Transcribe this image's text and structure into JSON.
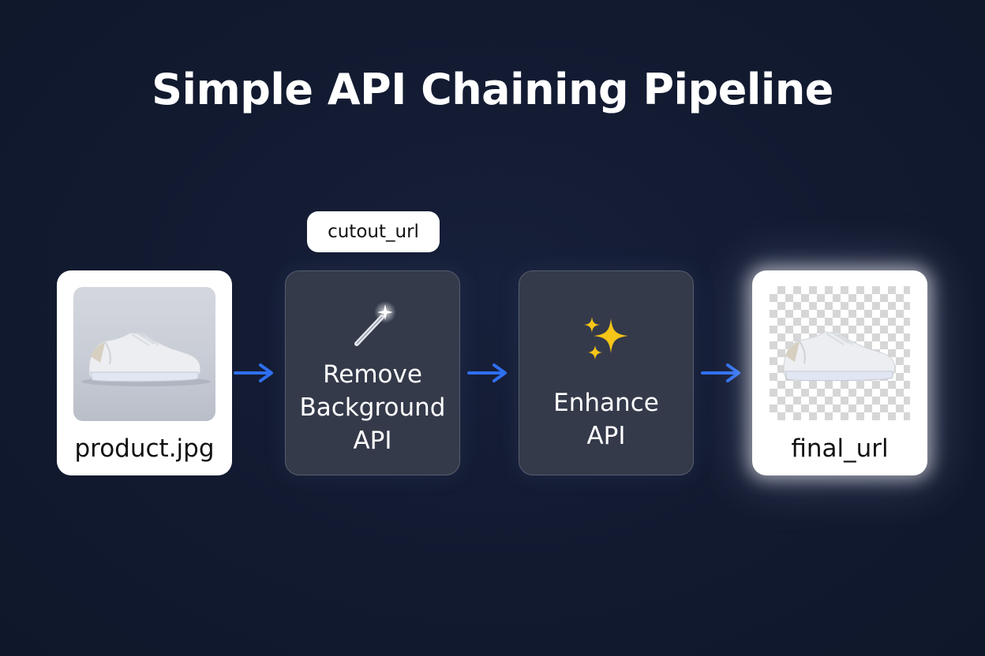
{
  "title": "Simple API Chaining Pipeline",
  "nodes": [
    {
      "id": "input",
      "label": "product.jpg"
    },
    {
      "id": "remove_bg",
      "lines": [
        "Remove",
        "Background",
        "API"
      ],
      "icon": "magic-wand-icon"
    },
    {
      "id": "enhance",
      "lines": [
        "Enhance",
        "API"
      ],
      "icon": "sparkles-icon"
    },
    {
      "id": "output",
      "label": "final_url"
    }
  ],
  "edge_label": "cutout_url",
  "colors": {
    "background": "#121a2f",
    "arrow": "#2f6ff0",
    "dark_card": "#343a4a",
    "sparkle": "#f5c518"
  }
}
